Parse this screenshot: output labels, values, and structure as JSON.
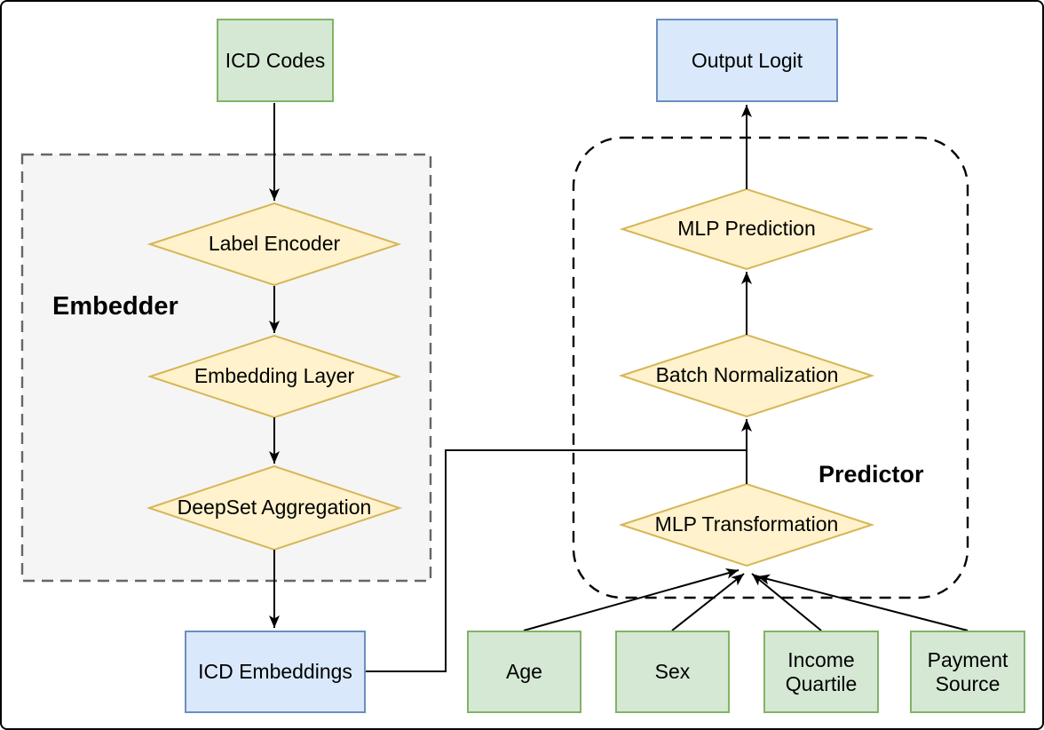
{
  "diagram": {
    "groups": {
      "embedder": {
        "label": "Embedder"
      },
      "predictor": {
        "label": "Predictor"
      }
    },
    "nodes": {
      "icd_codes": {
        "label": "ICD Codes",
        "shape": "rectangle",
        "color": "green"
      },
      "label_encoder": {
        "label": "Label Encoder",
        "shape": "diamond",
        "color": "yellow"
      },
      "embedding_layer": {
        "label": "Embedding Layer",
        "shape": "diamond",
        "color": "yellow"
      },
      "deepset_aggregation": {
        "label": "DeepSet Aggregation",
        "shape": "diamond",
        "color": "yellow"
      },
      "icd_embeddings": {
        "label": "ICD Embeddings",
        "shape": "rectangle",
        "color": "blue"
      },
      "output_logit": {
        "label": "Output Logit",
        "shape": "rectangle",
        "color": "blue"
      },
      "mlp_prediction": {
        "label": "MLP Prediction",
        "shape": "diamond",
        "color": "yellow"
      },
      "batch_normalization": {
        "label": "Batch Normalization",
        "shape": "diamond",
        "color": "yellow"
      },
      "mlp_transformation": {
        "label": "MLP Transformation",
        "shape": "diamond",
        "color": "yellow"
      },
      "age": {
        "label": "Age",
        "shape": "rectangle",
        "color": "green"
      },
      "sex": {
        "label": "Sex",
        "shape": "rectangle",
        "color": "green"
      },
      "income_quartile": {
        "label": "Income Quartile",
        "shape": "rectangle",
        "color": "green"
      },
      "payment_source": {
        "label": "Payment Source",
        "shape": "rectangle",
        "color": "green"
      }
    },
    "edges": [
      "icd_codes -> label_encoder",
      "label_encoder -> embedding_layer",
      "embedding_layer -> deepset_aggregation",
      "deepset_aggregation -> icd_embeddings",
      "icd_embeddings -> mlp_transformation_to_batch_normalization_line",
      "mlp_transformation -> batch_normalization",
      "batch_normalization -> mlp_prediction",
      "mlp_prediction -> output_logit",
      "age -> mlp_transformation",
      "sex -> mlp_transformation",
      "income_quartile -> mlp_transformation",
      "payment_source -> mlp_transformation"
    ],
    "colors": {
      "green_fill": "#d5e8d4",
      "green_border": "#82b366",
      "blue_fill": "#dae8fc",
      "blue_border": "#6c8ebf",
      "yellow_fill": "#fff2cc",
      "yellow_border": "#d6b656",
      "embedder_group_fill": "#f5f5f5",
      "embedder_group_border": "#666666",
      "predictor_group_border": "#000000",
      "edge_color": "#000000",
      "frame_border": "#000000"
    }
  }
}
